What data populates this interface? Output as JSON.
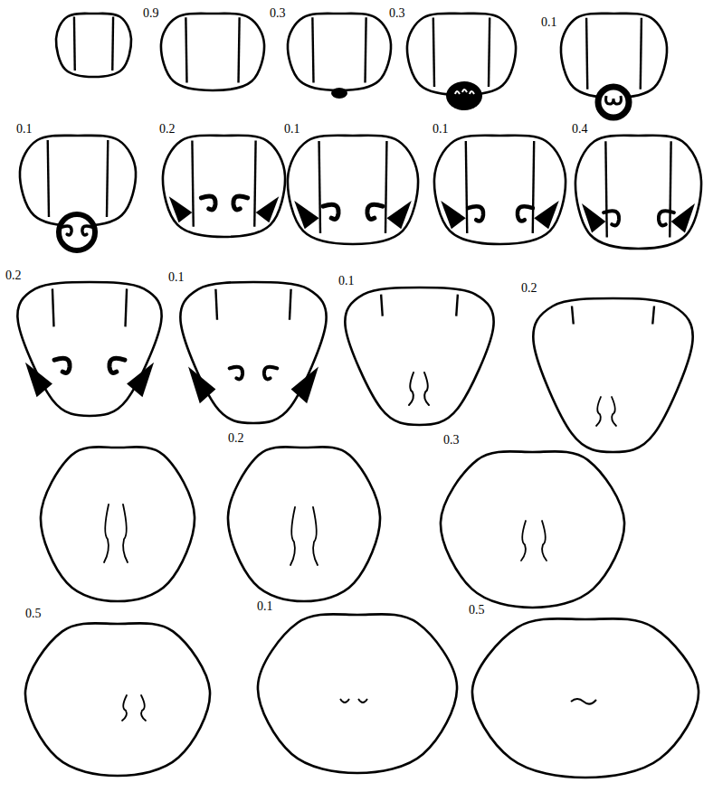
{
  "diagram": {
    "labels": [
      "0.9",
      "0.3",
      "0.3",
      "0.1",
      "0.1",
      "0.2",
      "0.1",
      "0.1",
      "0.4",
      "0.2",
      "0.1",
      "0.1",
      "0.2",
      "0.2",
      "0.3",
      "0.5",
      "0.1",
      "0.5"
    ]
  }
}
